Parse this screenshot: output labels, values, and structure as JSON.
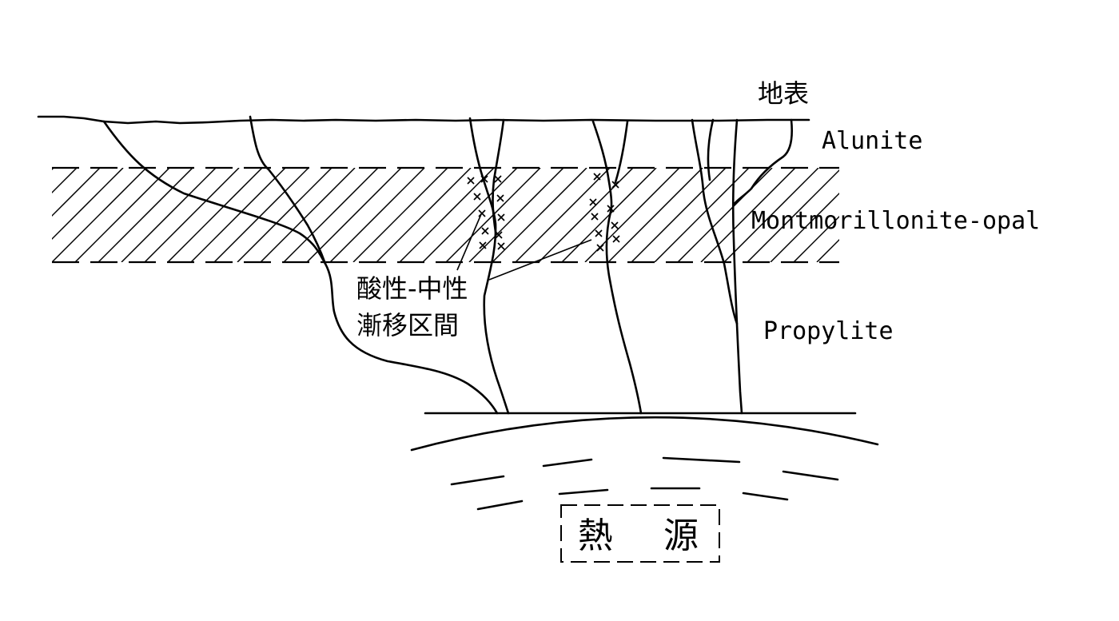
{
  "labels": {
    "surface": "地表",
    "alunite": "Alunite",
    "montmorillonite_opal": "Montmorillonite-opal",
    "propylite": "Propylite",
    "transition_line1": "酸性-中性",
    "transition_line2": "漸移区間",
    "heat_source_char1": "熱",
    "heat_source_char2": "源"
  }
}
